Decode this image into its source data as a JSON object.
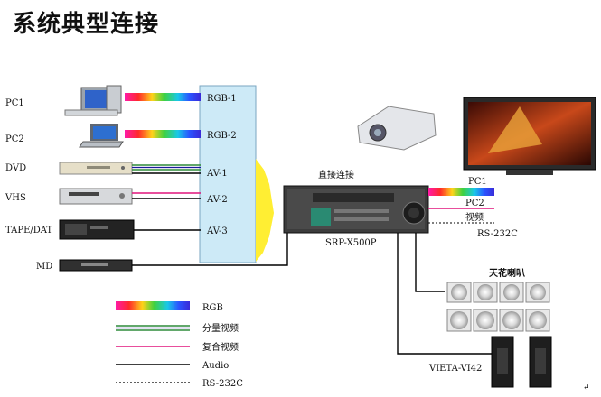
{
  "title": "系统典型连接",
  "sources": {
    "pc1": "PC1",
    "pc2": "PC2",
    "dvd": "DVD",
    "vhs": "VHS",
    "tape": "TAPE/DAT",
    "md": "MD"
  },
  "inputs": {
    "rgb1": "RGB-1",
    "rgb2": "RGB-2",
    "av1": "AV-1",
    "av2": "AV-2",
    "av3": "AV-3"
  },
  "device": {
    "direct_connect": "直接连接",
    "model": "SRP-X500P"
  },
  "outputs": {
    "pc1": "PC1",
    "pc2": "PC2",
    "video": "视频",
    "rs232": "RS-232C"
  },
  "speakers": {
    "ceiling_label": "天花喇叭",
    "floor_label": "VIETA-VI42"
  },
  "legend": {
    "rgb": "RGB",
    "component": "分量视频",
    "composite": "复合视频",
    "audio": "Audio",
    "rs232": "RS-232C"
  },
  "colors": {
    "panel_fill": "#cdeaf7",
    "funnel": "#ffee33",
    "composite_line": "#e0147c",
    "component_line": "#2e8b3a",
    "audio_line": "#000000"
  },
  "corner_mark": "↵"
}
